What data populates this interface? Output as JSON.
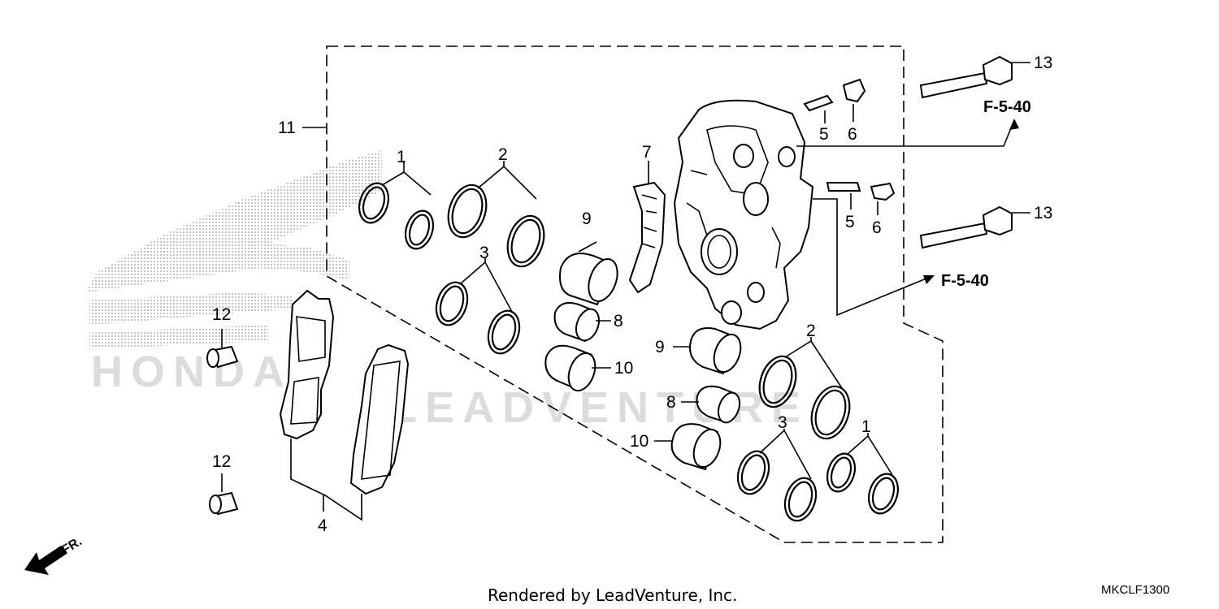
{
  "diagram": {
    "callouts": {
      "c1a": "1",
      "c1b": "1",
      "c2a": "2",
      "c2b": "2",
      "c3a": "3",
      "c3b": "3",
      "c4": "4",
      "c5a": "5",
      "c5b": "5",
      "c6a": "6",
      "c6b": "6",
      "c7": "7",
      "c8a": "8",
      "c8b": "8",
      "c9a": "9",
      "c9b": "9",
      "c10a": "10",
      "c10b": "10",
      "c11": "11",
      "c12a": "12",
      "c12b": "12",
      "c13a": "13",
      "c13b": "13"
    },
    "refs": {
      "upper": "F-5-40",
      "lower": "F-5-40"
    },
    "direction_label": "FR.",
    "watermark": {
      "brand": "HONDA",
      "dealer": "LEADVENTURE"
    },
    "footer": "Rendered by LeadVenture, Inc.",
    "diagram_code": "MKCLF1300"
  }
}
